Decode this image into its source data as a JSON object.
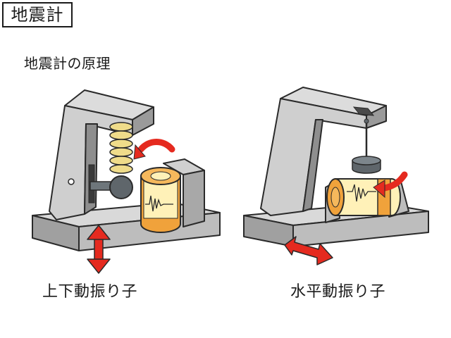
{
  "header": {
    "title": "地震計"
  },
  "diagram": {
    "subtitle": "地震計の原理",
    "left_caption": "上下動振り子",
    "right_caption": "水平動振り子"
  },
  "colors": {
    "frame_light": "#d6d6d6",
    "frame_mid": "#bdbdbd",
    "frame_dark": "#8e8e8e",
    "outline": "#2a2a2a",
    "drum_orange": "#f0a23b",
    "drum_paper": "#fff1b8",
    "arrow_red": "#e52a1f",
    "spring_gold": "#efdc8a",
    "weight_gray": "#5f666b"
  }
}
